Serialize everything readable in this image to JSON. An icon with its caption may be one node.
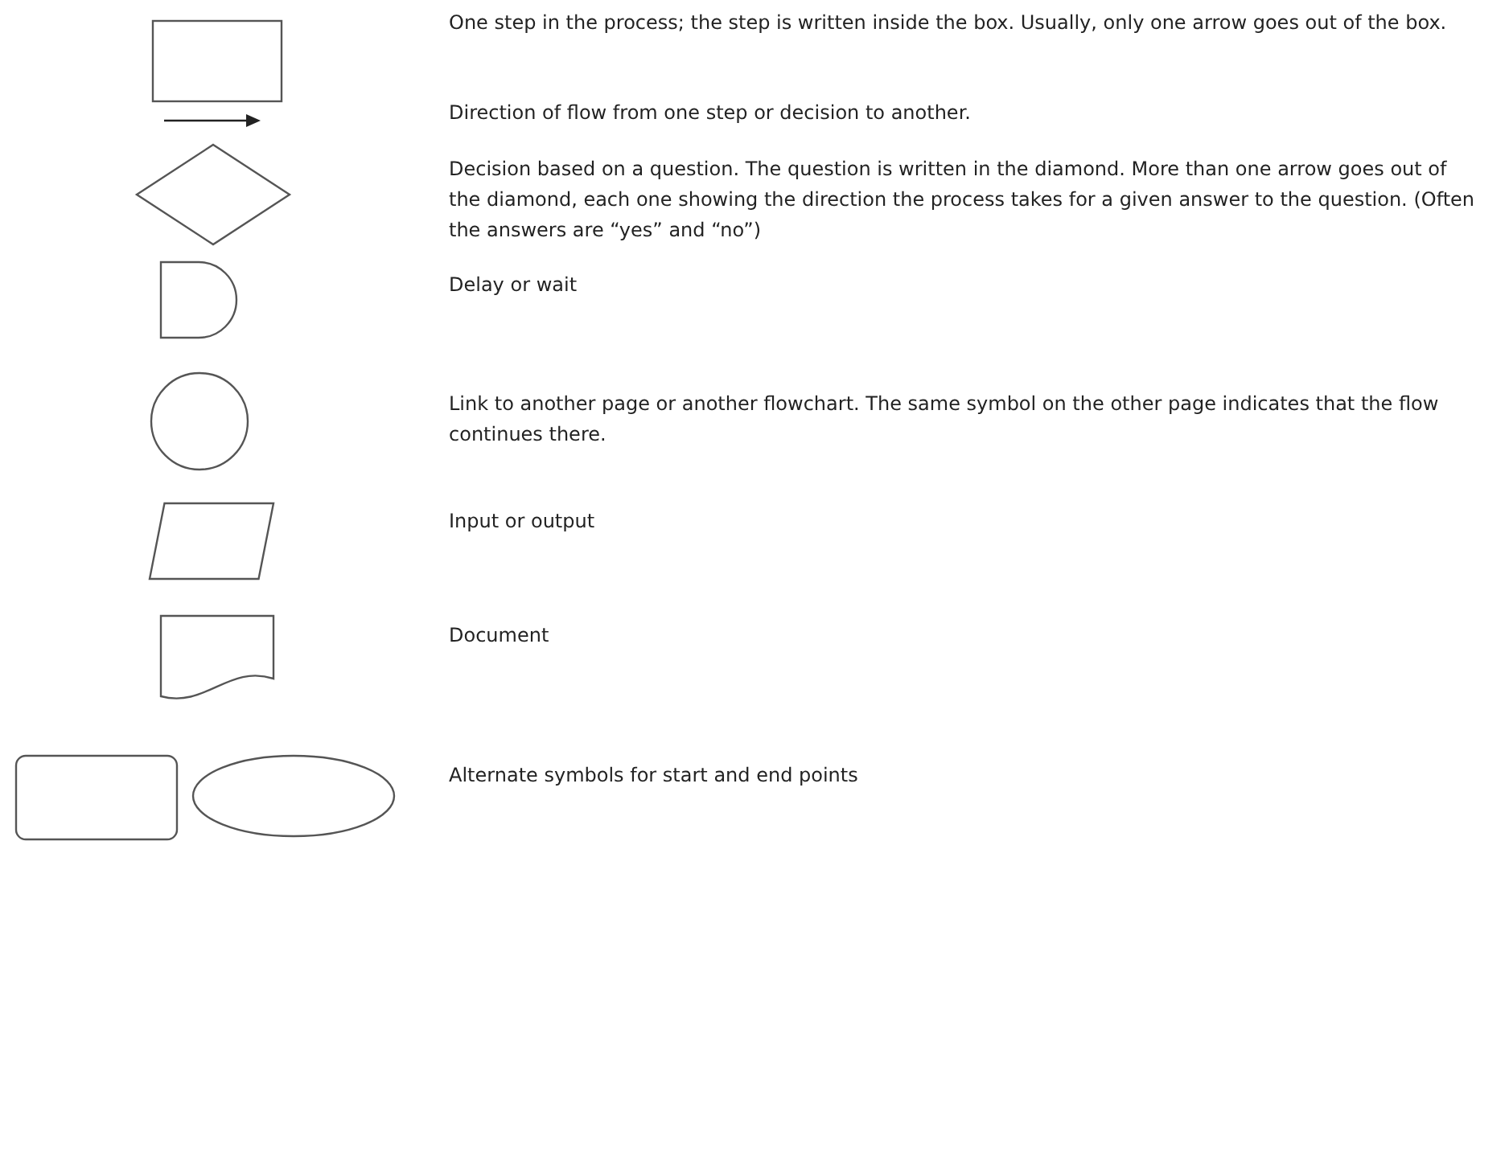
{
  "diagram": {
    "nodes": [
      {
        "text": [],
        "shape": "box"
      },
      {
        "text": [],
        "shape": "diamond"
      },
      {
        "text": [],
        "shape": "delay"
      },
      {
        "text": [],
        "shape": "circle"
      },
      {
        "text": [],
        "shape": "parallelogram"
      },
      {
        "text": [],
        "shape": "document"
      },
      {
        "text": [],
        "shape": "rounded-box"
      },
      {
        "text": [],
        "shape": "ellipse"
      }
    ],
    "labels": [
      "One step in the process; the step is written inside the box. Usually, only one arrow goes out of the box.",
      "Direction of flow from one step or decision to another.",
      "Decision based on a question. The question is written in the diamond. More than one arrow goes out of the diamond, each one showing the direction the process takes for a given answer to the question. (Often the answers are “yes” and “no”)",
      "Delay or wait",
      "Link to another page or another flowchart. The same symbol on the other page indicates that the flow continues there.",
      "Input or output",
      "Document",
      "Alternate symbols for start and end points"
    ]
  }
}
